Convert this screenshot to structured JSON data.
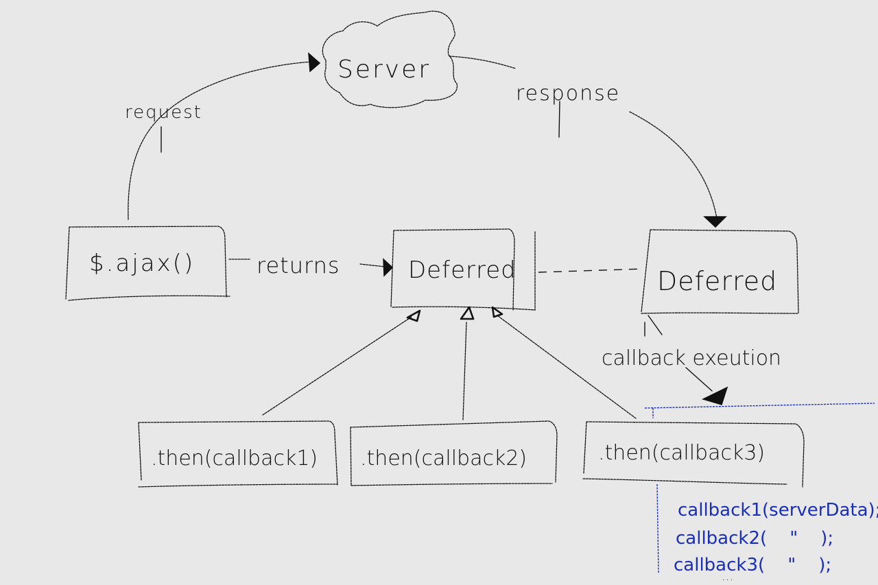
{
  "diagram": {
    "nodes": {
      "server": {
        "label": "Server",
        "shape": "cloud"
      },
      "ajax": {
        "label": "$.ajax()",
        "shape": "box"
      },
      "deferred_left": {
        "label": "Deferred",
        "shape": "box"
      },
      "deferred_right": {
        "label": "Deferred",
        "shape": "box"
      },
      "then1": {
        "label": ".then(callback1)",
        "shape": "box"
      },
      "then2": {
        "label": ".then(callback2)",
        "shape": "box"
      },
      "then3": {
        "label": ".then(callback3)",
        "shape": "box"
      }
    },
    "edges": [
      {
        "from": "ajax",
        "to": "server",
        "label": "request",
        "arrow": "filled"
      },
      {
        "from": "server",
        "to": "deferred_right",
        "label": "response",
        "arrow": "filled"
      },
      {
        "from": "ajax",
        "to": "deferred_left",
        "label": "returns",
        "arrow": "filled"
      },
      {
        "from": "deferred_left",
        "to": "deferred_right",
        "label": "",
        "style": "dashed"
      },
      {
        "from": "then1",
        "to": "deferred_left",
        "label": "",
        "arrow": "hollow"
      },
      {
        "from": "then2",
        "to": "deferred_left",
        "label": "",
        "arrow": "hollow"
      },
      {
        "from": "then3",
        "to": "deferred_left",
        "label": "",
        "arrow": "hollow"
      },
      {
        "from": "deferred_right",
        "to": "execution_list",
        "label": "callback exeution",
        "arrow": "filled"
      }
    ],
    "execution_list": {
      "color": "#1a2fb8",
      "lines": [
        "callback1(serverData);",
        "callback2(    \"    );",
        "callback3(    \"    );"
      ],
      "ellipsis": "..."
    },
    "ink_color": "#111111",
    "background": "#e8e8e8"
  }
}
